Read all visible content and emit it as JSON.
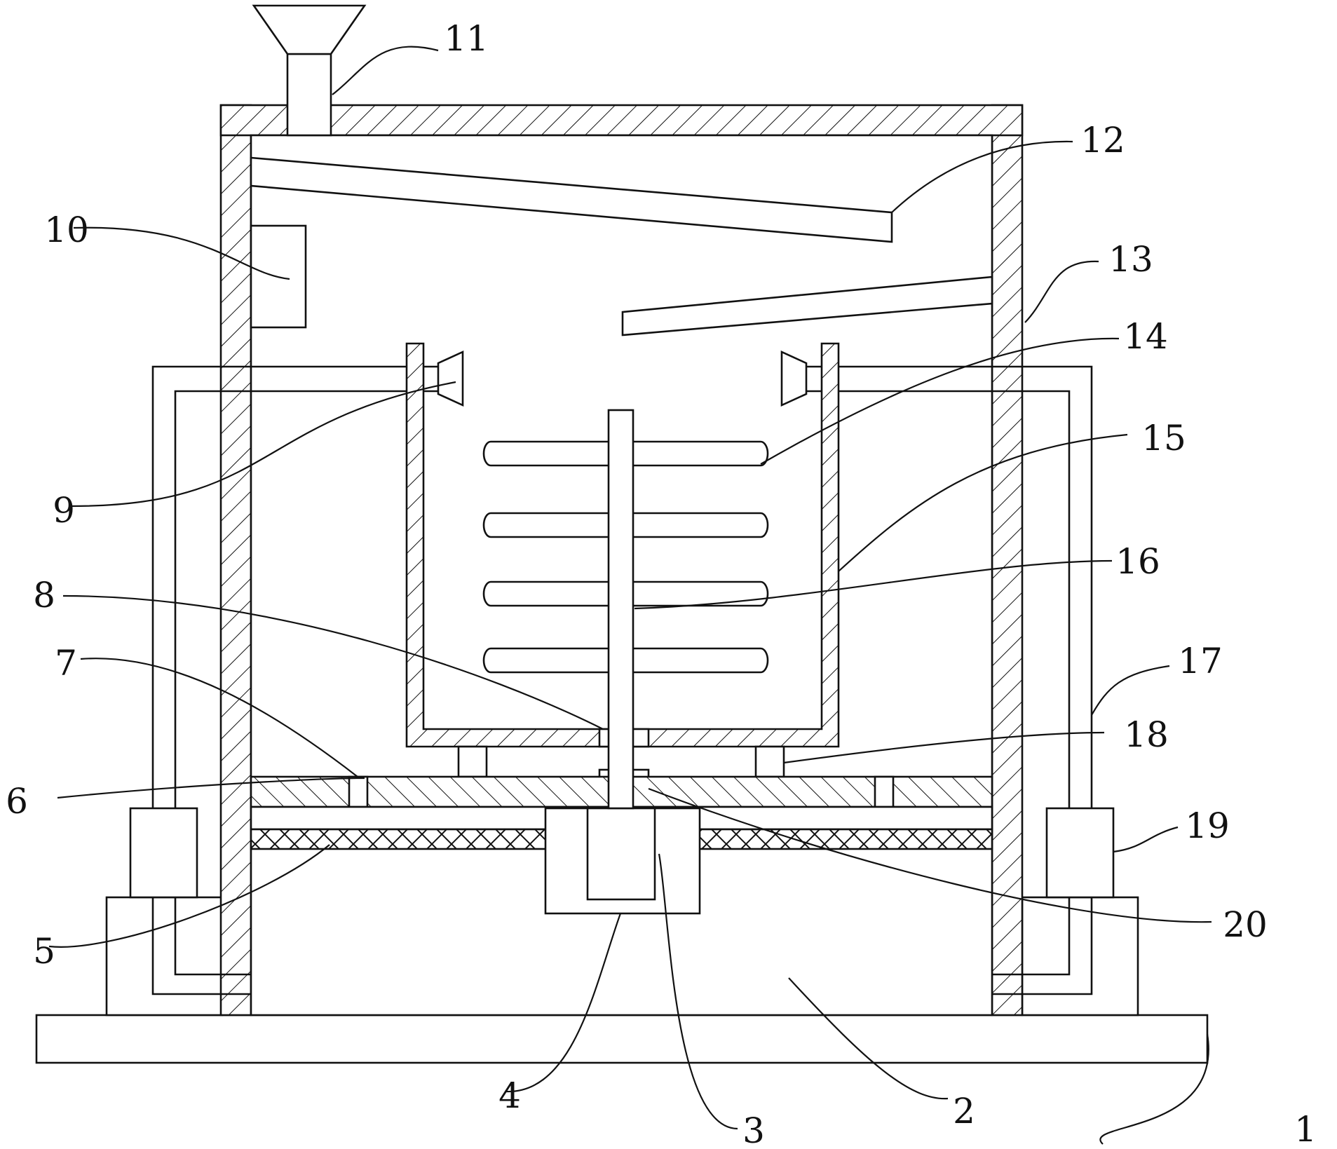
{
  "figure": {
    "colors": {
      "line": "#111111",
      "background": "#ffffff"
    },
    "callouts": [
      {
        "id": "1",
        "label": "1"
      },
      {
        "id": "2",
        "label": "2"
      },
      {
        "id": "3",
        "label": "3"
      },
      {
        "id": "4",
        "label": "4"
      },
      {
        "id": "5",
        "label": "5"
      },
      {
        "id": "6",
        "label": "6"
      },
      {
        "id": "7",
        "label": "7"
      },
      {
        "id": "8",
        "label": "8"
      },
      {
        "id": "9",
        "label": "9"
      },
      {
        "id": "10",
        "label": "10"
      },
      {
        "id": "11",
        "label": "11"
      },
      {
        "id": "12",
        "label": "12"
      },
      {
        "id": "13",
        "label": "13"
      },
      {
        "id": "14",
        "label": "14"
      },
      {
        "id": "15",
        "label": "15"
      },
      {
        "id": "16",
        "label": "16"
      },
      {
        "id": "17",
        "label": "17"
      },
      {
        "id": "18",
        "label": "18"
      },
      {
        "id": "19",
        "label": "19"
      },
      {
        "id": "20",
        "label": "20"
      }
    ]
  }
}
